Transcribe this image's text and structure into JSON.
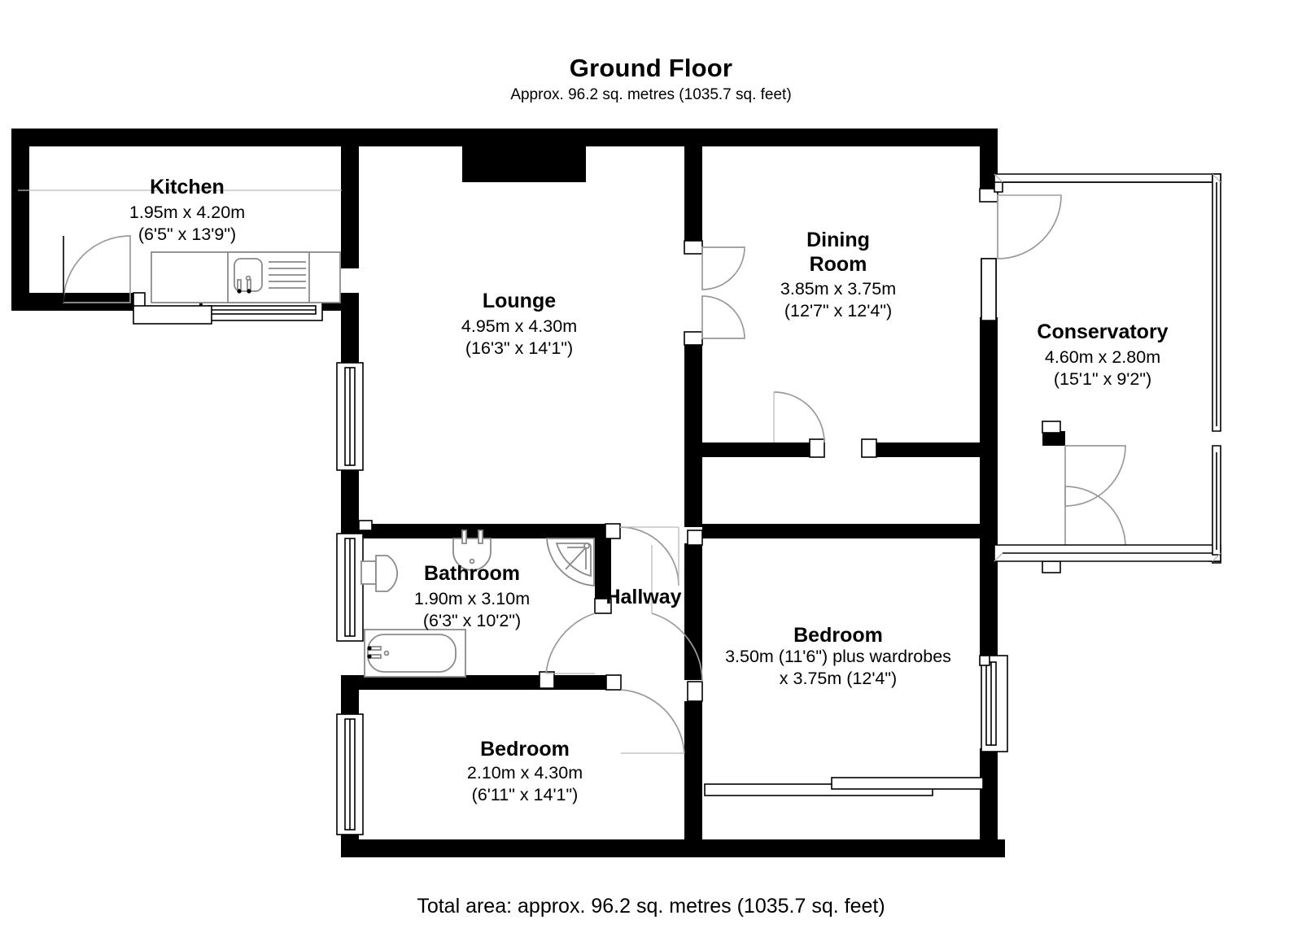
{
  "header": {
    "title": "Ground Floor",
    "subtitle": "Approx. 96.2 sq. metres (1035.7 sq. feet)"
  },
  "footer": {
    "total_area": "Total area: approx. 96.2 sq. metres (1035.7 sq. feet)"
  },
  "colors": {
    "wall": "#000000",
    "background": "#ffffff",
    "fixture_stroke": "#8a8a8a",
    "door_swing": "#9a9a9a"
  },
  "rooms": [
    {
      "id": "kitchen",
      "name": "Kitchen",
      "dim_metric": "1.95m x 4.20m",
      "dim_imperial": "(6'5\" x 13'9\")"
    },
    {
      "id": "lounge",
      "name": "Lounge",
      "dim_metric": "4.95m x 4.30m",
      "dim_imperial": "(16'3\" x 14'1\")"
    },
    {
      "id": "dining-room",
      "name_line1": "Dining",
      "name_line2": "Room",
      "dim_metric": "3.85m x 3.75m",
      "dim_imperial": "(12'7\" x 12'4\")"
    },
    {
      "id": "conservatory",
      "name": "Conservatory",
      "dim_metric": "4.60m x 2.80m",
      "dim_imperial": "(15'1\" x 9'2\")"
    },
    {
      "id": "bathroom",
      "name": "Bathroom",
      "dim_metric": "1.90m x 3.10m",
      "dim_imperial": "(6'3\" x 10'2\")"
    },
    {
      "id": "hallway",
      "name": "Hallway"
    },
    {
      "id": "bedroom-main",
      "name": "Bedroom",
      "dim_metric": "3.50m (11'6\") plus wardrobes",
      "dim_imperial": "x 3.75m (12'4\")"
    },
    {
      "id": "bedroom-second",
      "name": "Bedroom",
      "dim_metric": "2.10m x 4.30m",
      "dim_imperial": "(6'11\" x 14'1\")"
    }
  ]
}
